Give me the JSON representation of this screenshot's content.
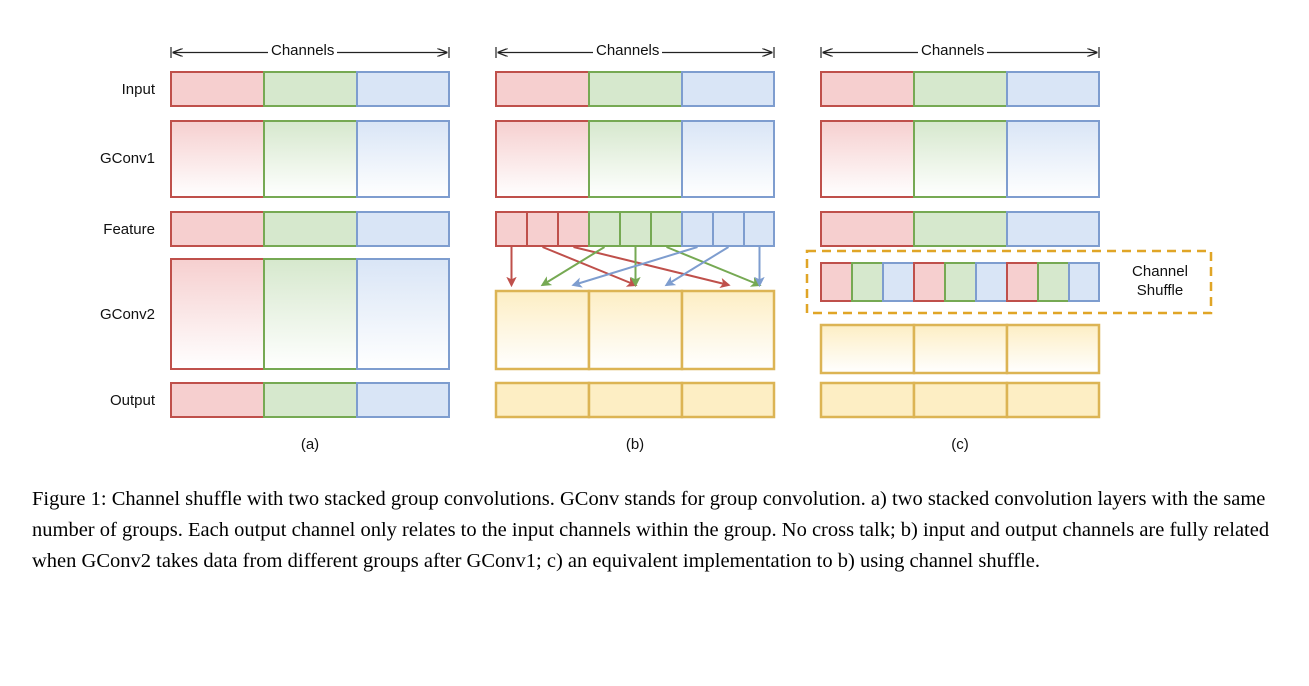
{
  "figure": {
    "axis_label": "Channels",
    "row_labels": [
      "Input",
      "GConv1",
      "Feature",
      "GConv2",
      "Output"
    ],
    "panel_labels": [
      "(a)",
      "(b)",
      "(c)"
    ],
    "shuffle_box_label_line1": "Channel",
    "shuffle_box_label_line2": "Shuffle"
  },
  "colors": {
    "red_fill": "#f6cfcf",
    "red_border": "#bf504b",
    "green_fill": "#d6e8cd",
    "green_border": "#76a953",
    "blue_fill": "#d9e5f6",
    "blue_border": "#7e9dcf",
    "yellow_fill": "#fdeec4",
    "yellow_border": "#dcb454",
    "shuffle_dash": "#e0a526",
    "text": "#111111"
  },
  "chart_data": {
    "type": "diagram",
    "title": "Channel shuffle with two stacked group convolutions",
    "groups": 3,
    "channels_per_group": 3,
    "panels": [
      {
        "id": "a",
        "label": "(a)",
        "rows": [
          {
            "name": "Input",
            "style": "flat",
            "segments": [
              "red",
              "green",
              "blue"
            ]
          },
          {
            "name": "GConv1",
            "style": "gradient",
            "segments": [
              "red",
              "green",
              "blue"
            ]
          },
          {
            "name": "Feature",
            "style": "flat",
            "segments": [
              "red",
              "green",
              "blue"
            ]
          },
          {
            "name": "GConv2",
            "style": "gradient",
            "segments": [
              "red",
              "green",
              "blue"
            ]
          },
          {
            "name": "Output",
            "style": "flat",
            "segments": [
              "red",
              "green",
              "blue"
            ]
          }
        ],
        "arrows": []
      },
      {
        "id": "b",
        "label": "(b)",
        "rows": [
          {
            "name": "Input",
            "style": "flat",
            "segments": [
              "red",
              "green",
              "blue"
            ]
          },
          {
            "name": "GConv1",
            "style": "gradient",
            "segments": [
              "red",
              "green",
              "blue"
            ]
          },
          {
            "name": "Feature",
            "style": "cells9",
            "segments": [
              "red",
              "red",
              "red",
              "green",
              "green",
              "green",
              "blue",
              "blue",
              "blue"
            ]
          },
          {
            "name": "GConv2",
            "style": "gradient",
            "segments": [
              "yellow",
              "yellow",
              "yellow"
            ]
          },
          {
            "name": "Output",
            "style": "flat",
            "segments": [
              "yellow",
              "yellow",
              "yellow"
            ]
          }
        ],
        "arrows": [
          {
            "from_cell": 1,
            "to_slot": 1,
            "color": "red"
          },
          {
            "from_cell": 2,
            "to_slot": 4,
            "color": "red"
          },
          {
            "from_cell": 3,
            "to_slot": 7,
            "color": "red"
          },
          {
            "from_cell": 4,
            "to_slot": 2,
            "color": "green"
          },
          {
            "from_cell": 5,
            "to_slot": 5,
            "color": "green"
          },
          {
            "from_cell": 6,
            "to_slot": 8,
            "color": "green"
          },
          {
            "from_cell": 7,
            "to_slot": 3,
            "color": "blue"
          },
          {
            "from_cell": 8,
            "to_slot": 6,
            "color": "blue"
          },
          {
            "from_cell": 9,
            "to_slot": 9,
            "color": "blue"
          }
        ]
      },
      {
        "id": "c",
        "label": "(c)",
        "rows": [
          {
            "name": "Input",
            "style": "flat",
            "segments": [
              "red",
              "green",
              "blue"
            ]
          },
          {
            "name": "GConv1",
            "style": "gradient",
            "segments": [
              "red",
              "green",
              "blue"
            ]
          },
          {
            "name": "Feature",
            "style": "flat",
            "segments": [
              "red",
              "green",
              "blue"
            ]
          },
          {
            "name": "Shuffle",
            "style": "cells9",
            "segments": [
              "red",
              "green",
              "blue",
              "red",
              "green",
              "blue",
              "red",
              "green",
              "blue"
            ]
          },
          {
            "name": "GConv2",
            "style": "gradient",
            "segments": [
              "yellow",
              "yellow",
              "yellow"
            ]
          },
          {
            "name": "Output",
            "style": "flat",
            "segments": [
              "yellow",
              "yellow",
              "yellow"
            ]
          }
        ],
        "shuffle_box": true
      }
    ]
  },
  "caption": {
    "text": "Figure 1: Channel shuffle with two stacked group convolutions. GConv stands for group convolution. a) two stacked convolution layers with the same number of groups. Each output channel only relates to the input channels within the group. No cross talk; b) input and output channels are fully related when GConv2 takes data from different groups after GConv1; c) an equivalent implementation to b) using channel shuffle."
  }
}
